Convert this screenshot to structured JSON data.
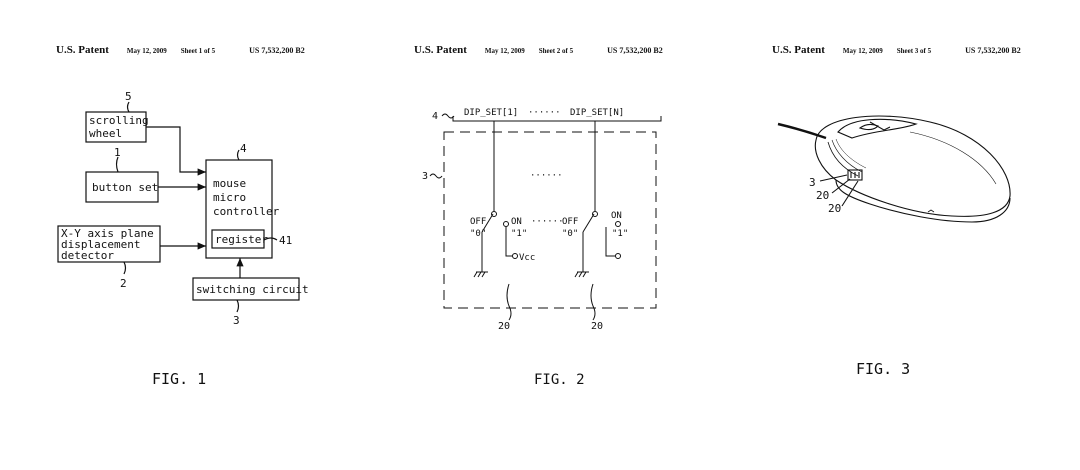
{
  "header": {
    "patent": "U.S. Patent",
    "date": "May 12, 2009",
    "number": "US 7,532,200 B2",
    "sheets": [
      "Sheet 1 of 5",
      "Sheet 2 of 5",
      "Sheet 3 of 5"
    ]
  },
  "fig1": {
    "caption": "FIG. 1",
    "scroll_line1": "scrolling",
    "scroll_line2": "wheel",
    "ref_scroll": "5",
    "button_set": "button set",
    "ref_button": "1",
    "xy_line1": "X-Y axis plane",
    "xy_line2": "displacement",
    "xy_line3": "detector",
    "ref_xy": "2",
    "mcu_line1": "mouse",
    "mcu_line2": "micro",
    "mcu_line3": "controller",
    "ref_mcu": "4",
    "register": "register",
    "ref_register": "41",
    "switching": "switching circuit",
    "ref_switching": "3"
  },
  "fig2": {
    "caption": "FIG. 2",
    "ref_bus": "4",
    "ref_box": "3",
    "dip1": "DIP_SET[1]",
    "dip_dots": "······",
    "dipn": "DIP_SET[N]",
    "mid_dots": "······",
    "row_dots": "······",
    "off": "OFF",
    "on": "ON",
    "v0": "\"0\"",
    "v1": "\"1\"",
    "vcc": "Vcc",
    "ref_sw1": "20",
    "ref_sw2": "20"
  },
  "fig3": {
    "caption": "FIG. 3",
    "ref_3": "3",
    "ref_20a": "20",
    "ref_20b": "20"
  }
}
